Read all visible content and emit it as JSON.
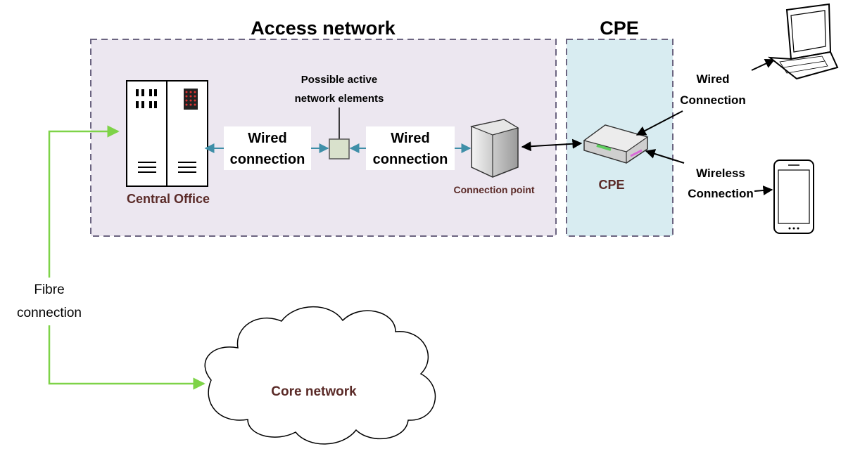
{
  "regions": {
    "access_network": "Access network",
    "cpe_zone": "CPE"
  },
  "nodes": {
    "central_office": "Central Office",
    "active_elements_line1": "Possible active",
    "active_elements_line2": "network elements",
    "connection_point": "Connection point",
    "cpe": "CPE",
    "core_network": "Core network"
  },
  "links": {
    "wired_1_line1": "Wired",
    "wired_1_line2": "connection",
    "wired_2_line1": "Wired",
    "wired_2_line2": "connection",
    "laptop_line1": "Wired",
    "laptop_line2": "Connection",
    "phone_line1": "Wireless",
    "phone_line2": "Connection",
    "fibre_line1": "Fibre",
    "fibre_line2": "connection"
  },
  "colors": {
    "access_fill": "#ece7f0",
    "cpe_fill": "#d8ecf1",
    "border_dash": "#6b6480",
    "wired_arrow": "#3f8fa8",
    "fibre": "#7ed348",
    "label_brown": "#5a2a27"
  }
}
